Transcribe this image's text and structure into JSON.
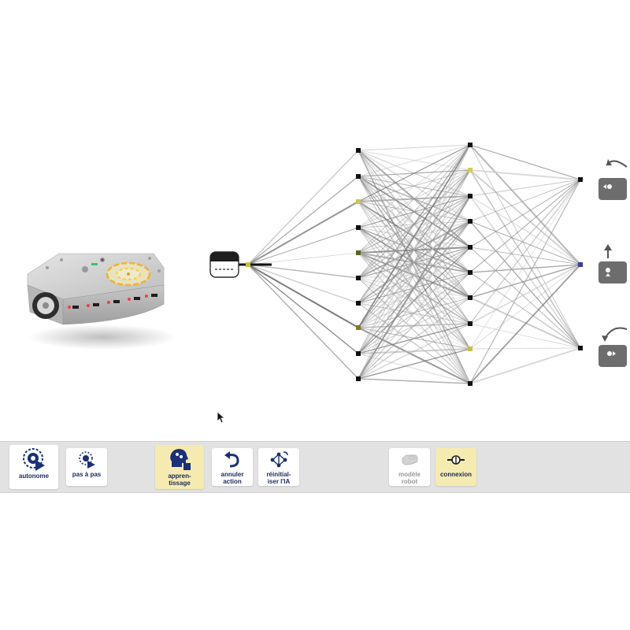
{
  "toolbar": {
    "autonome": "autonome",
    "pas_a_pas": "pas à pas",
    "apprentissage": "appren-\ntissage",
    "annuler": "annuler\naction",
    "reinitialiser": "réinitial-\niser l'IA",
    "modele": "modèle\nrobot",
    "connexion": "connexion"
  },
  "network": {
    "layers": [
      1,
      10,
      10,
      3
    ],
    "input_icon": "ground-sensor-icon",
    "output_icons": [
      "turn-left-icon",
      "go-forward-icon",
      "turn-right-icon"
    ]
  },
  "colors": {
    "toolbar_bg": "#e2e2e2",
    "active_bg": "#f5ebb0",
    "label_color": "#1a2a5a",
    "brand_blue": "#1b2f7a"
  }
}
